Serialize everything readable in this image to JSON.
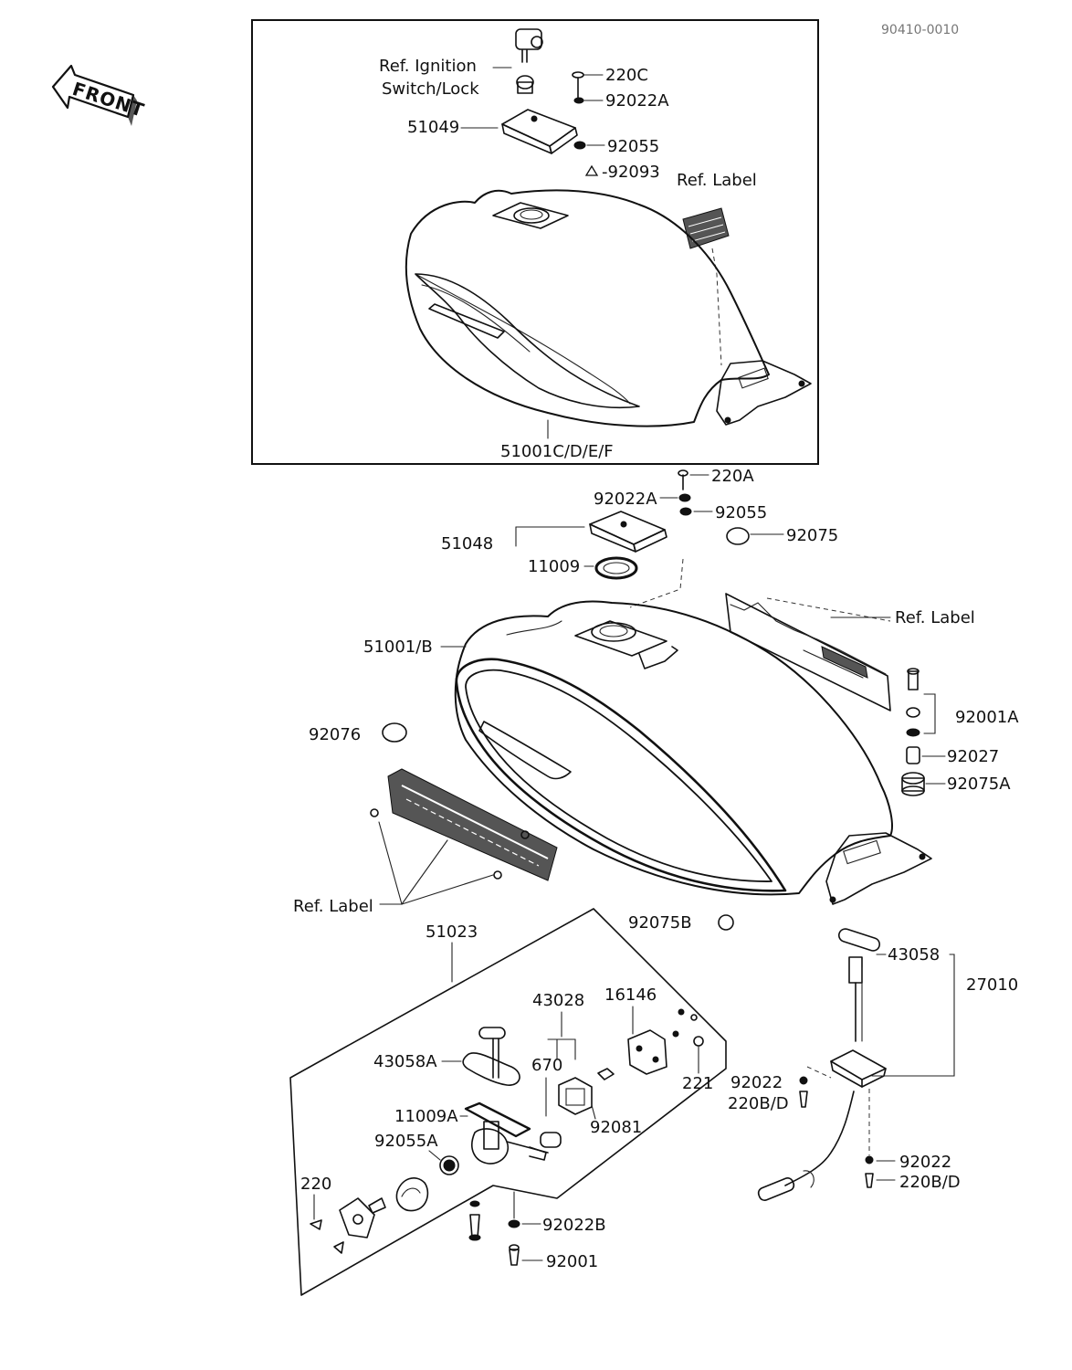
{
  "header": {
    "figure_id": "90410-0010"
  },
  "front_arrow": {
    "label": "FRONT"
  },
  "inset": {
    "labels": {
      "ignition": "Ref. Ignition",
      "switch": "Switch/Lock",
      "p220c": "220C",
      "p92022a": "92022A",
      "p51049": "51049",
      "p92055": "92055",
      "p92093": "-92093",
      "ref_label": "Ref. Label",
      "tank": "51001C/D/E/F"
    }
  },
  "main": {
    "labels": {
      "p220a": "220A",
      "p92022a": "92022A",
      "p92055": "92055",
      "p92075": "92075",
      "p51048": "51048",
      "p11009": "11009",
      "ref_label": "Ref. Label",
      "tank": "51001/B",
      "p92001a": "92001A",
      "p92076": "92076",
      "p92027": "92027",
      "p92075a": "92075A",
      "ref_label_lower": "Ref. Label",
      "p92075b": "92075B"
    }
  },
  "cock": {
    "labels": {
      "p51023": "51023",
      "p43058": "43058",
      "p27010": "27010",
      "p43028": "43028",
      "p16146": "16146",
      "p43058a": "43058A",
      "p670": "670",
      "p221": "221",
      "p92022": "92022",
      "p220bd": "220B/D",
      "p11009a": "11009A",
      "p92081": "92081",
      "p92055a": "92055A",
      "p220": "220",
      "p92022b": "92022B",
      "p92001": "92001",
      "p92022_2": "92022",
      "p220bd_2": "220B/D"
    }
  }
}
